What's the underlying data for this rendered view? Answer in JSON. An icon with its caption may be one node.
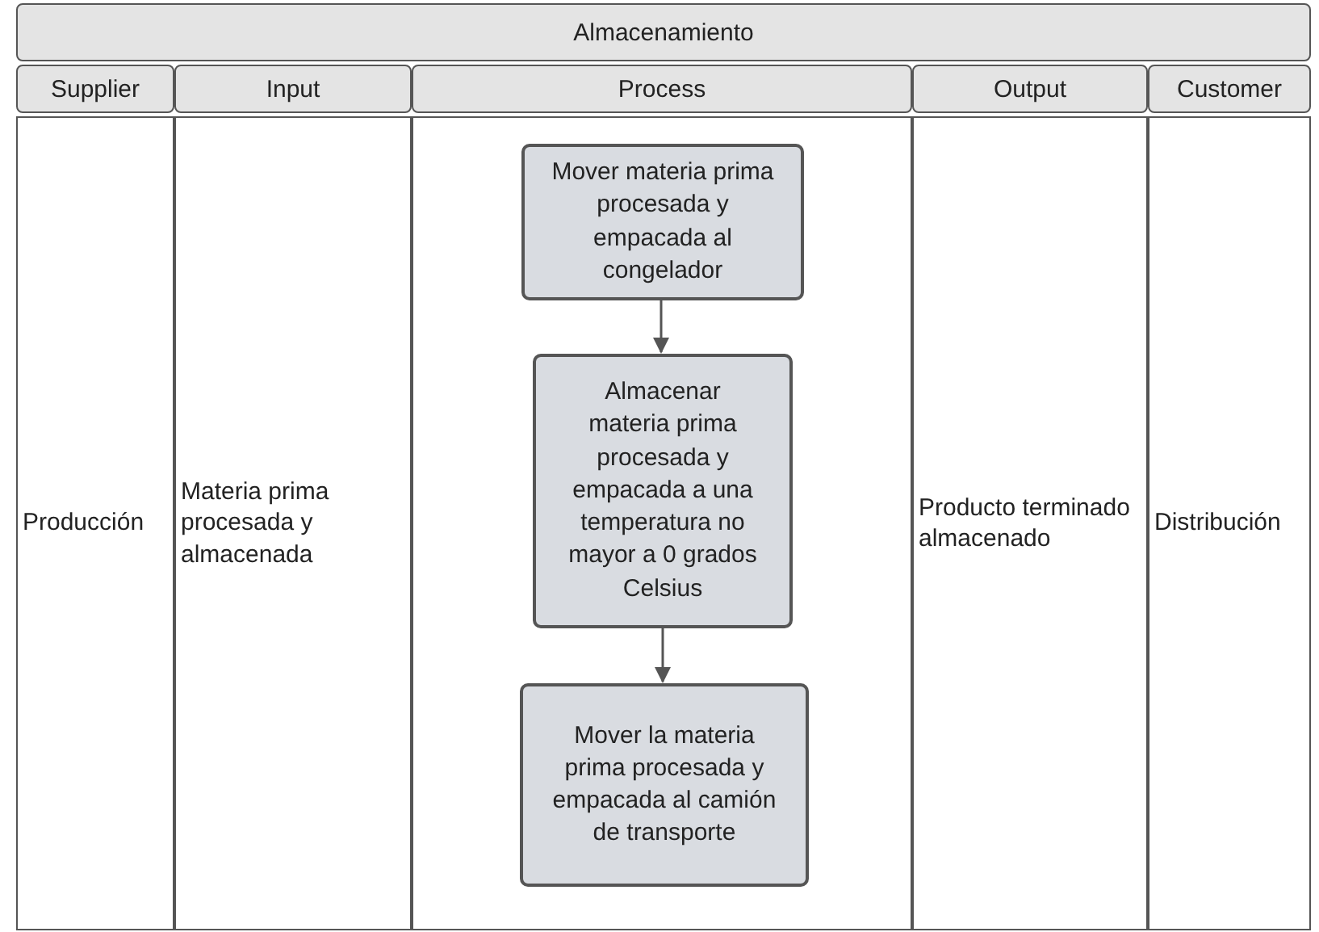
{
  "diagram": {
    "nodes": [
      {
        "text": [
          "Almacenamiento"
        ]
      },
      {
        "text": [
          "Supplier"
        ]
      },
      {
        "text": [
          "Input"
        ]
      },
      {
        "text": [
          "Process"
        ]
      },
      {
        "text": [
          "Output"
        ]
      },
      {
        "text": [
          "Customer"
        ]
      },
      {
        "text": [
          "Producción"
        ]
      },
      {
        "text": [
          "Materia prima procesada y almacenada"
        ]
      },
      {
        "text": [],
        "shape": "box"
      },
      {
        "text": [
          "Producto terminado almacenado"
        ]
      },
      {
        "text": [
          "Distribución"
        ]
      },
      {
        "text": [
          "Mover materia prima procesada y empacada al congelador"
        ],
        "in": 8
      },
      {
        "text": [
          "Almacenar materia prima procesada y empacada a una temperatura no mayor a 0 grados Celsius"
        ],
        "in": 8
      },
      {
        "text": [
          "Mover la materia prima procesada y empacada  al camión de transporte"
        ],
        "in": 8
      }
    ],
    "edges": [
      {
        "from": 11,
        "to": 12,
        "arrow": "to"
      },
      {
        "from": 12,
        "to": 13,
        "arrow": "to"
      }
    ]
  }
}
